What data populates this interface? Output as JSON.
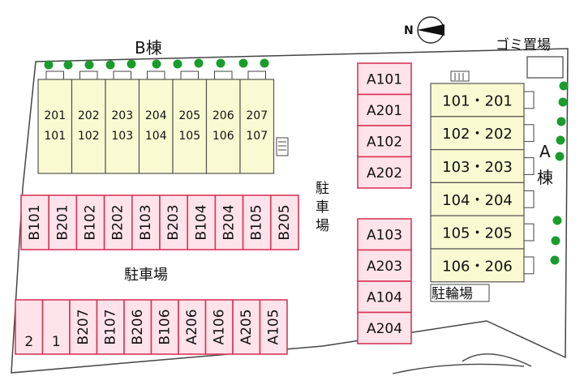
{
  "title_b": "B棟",
  "title_a_line1": "A",
  "title_a_line2": "棟",
  "garbage": "ゴミ置場",
  "parking_center": [
    "駐",
    "車",
    "場"
  ],
  "parking_left": "駐車場",
  "bicycle": "駐輪場",
  "compass_letter": "N",
  "b_units": [
    {
      "upper": "201",
      "lower": "101"
    },
    {
      "upper": "202",
      "lower": "102"
    },
    {
      "upper": "203",
      "lower": "103"
    },
    {
      "upper": "204",
      "lower": "104"
    },
    {
      "upper": "205",
      "lower": "105"
    },
    {
      "upper": "206",
      "lower": "106"
    },
    {
      "upper": "207",
      "lower": "107"
    }
  ],
  "b_parking": [
    "B101",
    "B201",
    "B102",
    "B202",
    "B103",
    "B203",
    "B104",
    "B204",
    "B105",
    "B205"
  ],
  "bottom_parking": [
    "2",
    "1",
    "B207",
    "B107",
    "B206",
    "B106",
    "A206",
    "A106",
    "A205",
    "A105"
  ],
  "a_parking_top": [
    "A101",
    "A201",
    "A102",
    "A202"
  ],
  "a_parking_bottom": [
    "A103",
    "A203",
    "A104",
    "A204"
  ],
  "a_units": [
    "101・201",
    "102・202",
    "103・203",
    "104・204",
    "105・205",
    "106・206"
  ],
  "colors": {
    "tree": "#1a9c2c",
    "parking_stroke": "#d6375a",
    "parking_fill": "#ffe3ea",
    "building_fill": "#fafad2"
  }
}
